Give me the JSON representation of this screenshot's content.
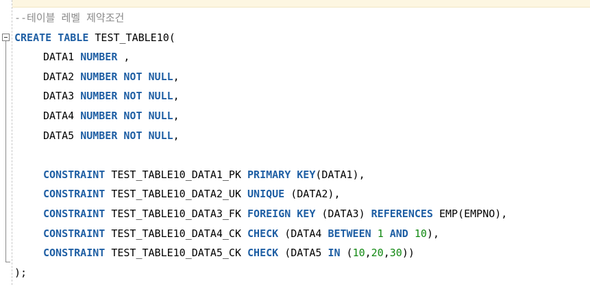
{
  "editor": {
    "colors": {
      "keyword": "#1f5fa4",
      "comment": "#8a8a8a",
      "number": "#118811",
      "plain": "#000000",
      "current_line": "#fdf6e1"
    },
    "fold_icon": "collapse-minus-icon",
    "lines": [
      {
        "indent": 0,
        "tokens": [
          {
            "t": "c",
            "v": "--테이블 레벨 제약조건"
          }
        ]
      },
      {
        "indent": 0,
        "tokens": [
          {
            "t": "k",
            "v": "CREATE"
          },
          {
            "t": "p",
            "v": " "
          },
          {
            "t": "k",
            "v": "TABLE"
          },
          {
            "t": "p",
            "v": " TEST_TABLE10("
          }
        ]
      },
      {
        "indent": 1,
        "tokens": [
          {
            "t": "p",
            "v": "DATA1 "
          },
          {
            "t": "k",
            "v": "NUMBER"
          },
          {
            "t": "p",
            "v": " ,"
          }
        ]
      },
      {
        "indent": 1,
        "tokens": [
          {
            "t": "p",
            "v": "DATA2 "
          },
          {
            "t": "k",
            "v": "NUMBER NOT NULL"
          },
          {
            "t": "p",
            "v": ","
          }
        ]
      },
      {
        "indent": 1,
        "tokens": [
          {
            "t": "p",
            "v": "DATA3 "
          },
          {
            "t": "k",
            "v": "NUMBER NOT NULL"
          },
          {
            "t": "p",
            "v": ","
          }
        ]
      },
      {
        "indent": 1,
        "tokens": [
          {
            "t": "p",
            "v": "DATA4 "
          },
          {
            "t": "k",
            "v": "NUMBER NOT NULL"
          },
          {
            "t": "p",
            "v": ","
          }
        ]
      },
      {
        "indent": 1,
        "tokens": [
          {
            "t": "p",
            "v": "DATA5 "
          },
          {
            "t": "k",
            "v": "NUMBER NOT NULL"
          },
          {
            "t": "p",
            "v": ","
          }
        ]
      },
      {
        "indent": 0,
        "tokens": []
      },
      {
        "indent": 1,
        "tokens": [
          {
            "t": "k",
            "v": "CONSTRAINT"
          },
          {
            "t": "p",
            "v": " TEST_TABLE10_DATA1_PK "
          },
          {
            "t": "k",
            "v": "PRIMARY KEY"
          },
          {
            "t": "p",
            "v": "(DATA1),"
          }
        ]
      },
      {
        "indent": 1,
        "tokens": [
          {
            "t": "k",
            "v": "CONSTRAINT"
          },
          {
            "t": "p",
            "v": " TEST_TABLE10_DATA2_UK "
          },
          {
            "t": "k",
            "v": "UNIQUE"
          },
          {
            "t": "p",
            "v": " (DATA2),"
          }
        ]
      },
      {
        "indent": 1,
        "tokens": [
          {
            "t": "k",
            "v": "CONSTRAINT"
          },
          {
            "t": "p",
            "v": " TEST_TABLE10_DATA3_FK "
          },
          {
            "t": "k",
            "v": "FOREIGN KEY"
          },
          {
            "t": "p",
            "v": " (DATA3) "
          },
          {
            "t": "k",
            "v": "REFERENCES"
          },
          {
            "t": "p",
            "v": " EMP(EMPNO),"
          }
        ]
      },
      {
        "indent": 1,
        "tokens": [
          {
            "t": "k",
            "v": "CONSTRAINT"
          },
          {
            "t": "p",
            "v": " TEST_TABLE10_DATA4_CK "
          },
          {
            "t": "k",
            "v": "CHECK"
          },
          {
            "t": "p",
            "v": " (DATA4 "
          },
          {
            "t": "k",
            "v": "BETWEEN"
          },
          {
            "t": "p",
            "v": " "
          },
          {
            "t": "n",
            "v": "1"
          },
          {
            "t": "p",
            "v": " "
          },
          {
            "t": "k",
            "v": "AND"
          },
          {
            "t": "p",
            "v": " "
          },
          {
            "t": "n",
            "v": "10"
          },
          {
            "t": "p",
            "v": "),"
          }
        ]
      },
      {
        "indent": 1,
        "tokens": [
          {
            "t": "k",
            "v": "CONSTRAINT"
          },
          {
            "t": "p",
            "v": " TEST_TABLE10_DATA5_CK "
          },
          {
            "t": "k",
            "v": "CHECK"
          },
          {
            "t": "p",
            "v": " (DATA5 "
          },
          {
            "t": "k",
            "v": "IN"
          },
          {
            "t": "p",
            "v": " ("
          },
          {
            "t": "n",
            "v": "10"
          },
          {
            "t": "p",
            "v": ","
          },
          {
            "t": "n",
            "v": "20"
          },
          {
            "t": "p",
            "v": ","
          },
          {
            "t": "n",
            "v": "30"
          },
          {
            "t": "p",
            "v": "))"
          }
        ]
      },
      {
        "indent": 0,
        "tokens": [
          {
            "t": "p",
            "v": ");"
          }
        ]
      }
    ]
  }
}
